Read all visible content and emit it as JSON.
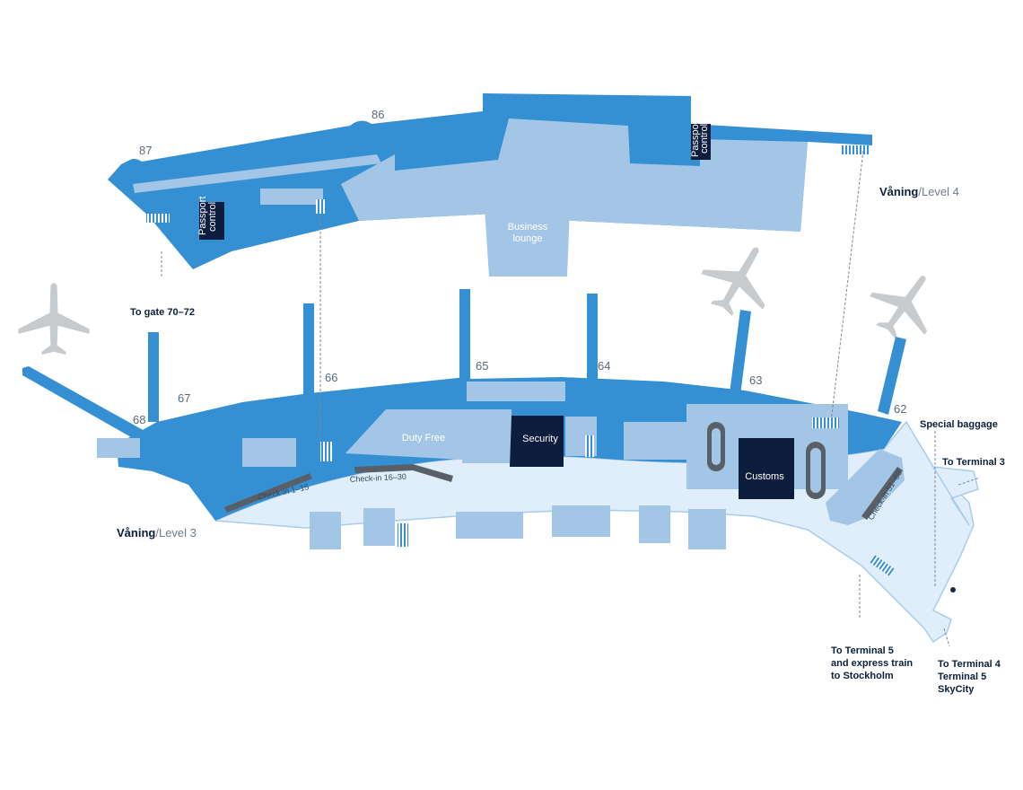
{
  "colors": {
    "blue": "#3590d3",
    "mid": "#a4c6e6",
    "light": "#dfeefa",
    "navy": "#0d1d3d",
    "edge": "#a9cde8",
    "plane": "#c8cbce",
    "belt": "#595f66",
    "stair": "#ffffff"
  },
  "levels": {
    "upper": {
      "primary": "Våning",
      "sep": "/",
      "secondary": "Level 4"
    },
    "lower": {
      "primary": "Våning",
      "sep": "/",
      "secondary": "Level 3"
    }
  },
  "gates": [
    "87",
    "86",
    "68",
    "67",
    "66",
    "65",
    "64",
    "63",
    "62"
  ],
  "areas": {
    "passport_control": [
      "Passport",
      "control"
    ],
    "business_lounge": [
      "Business",
      "lounge"
    ],
    "duty_free": "Duty Free",
    "security": "Security",
    "customs": "Customs"
  },
  "checkins": [
    "Check-in 1–15",
    "Check-in 16–30",
    "Check-in 51–60"
  ],
  "directions": {
    "gate_70_72": "To gate 70–72",
    "special_baggage": "Special baggage",
    "terminal_3": "To Terminal 3",
    "terminal_5_express": [
      "To Terminal 5",
      "and express train",
      "to Stockholm"
    ],
    "terminal_4_group": [
      "To Terminal 4",
      "Terminal 5",
      "SkyCity"
    ]
  },
  "icons": [
    "airplane-icon",
    "stairs-icon",
    "baggage-belt-icon",
    "arrow-down-icon",
    "arrow-right-icon"
  ]
}
